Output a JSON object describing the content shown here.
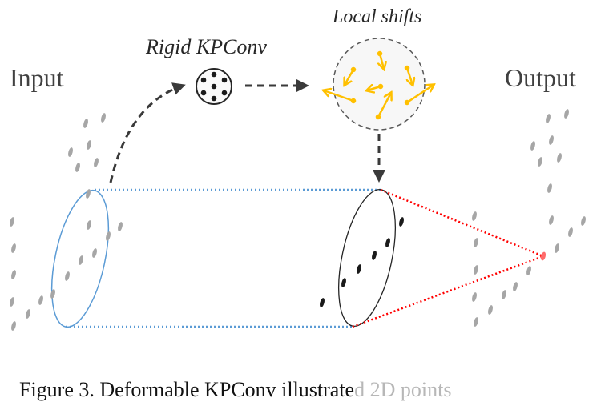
{
  "labels": {
    "input": "Input",
    "output": "Output",
    "rigid": "Rigid KPConv",
    "local_shifts": "Local shifts"
  },
  "caption": {
    "main": "Figure 3. Deformable KPConv illustrate",
    "faded": "d   2D points"
  },
  "colors": {
    "input_ellipse": "#5b9bd5",
    "shift_arrows": "#ffc000",
    "output_lines": "#ff0000",
    "points_gray": "#a6a6a6",
    "points_dark": "#1a1a1a"
  }
}
